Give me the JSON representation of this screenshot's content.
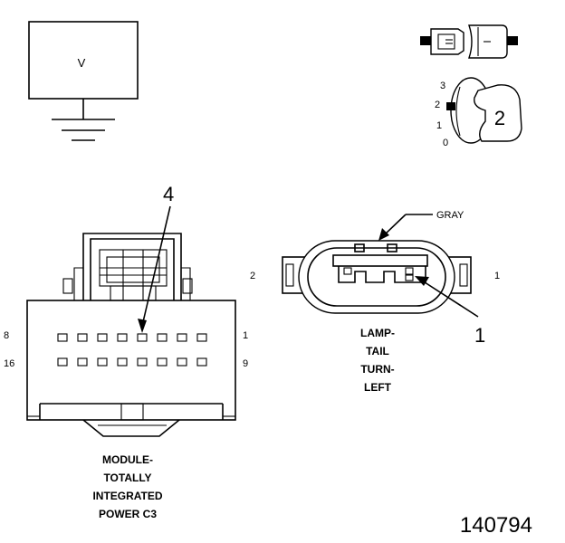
{
  "voltmeter": {
    "label": "V"
  },
  "key_switch": {
    "positions": [
      "3",
      "2",
      "1",
      "0"
    ],
    "key_number": "2"
  },
  "module_connector": {
    "callout": "4",
    "left_labels": [
      "8",
      "16"
    ],
    "right_labels": [
      "1",
      "9"
    ],
    "caption_lines": [
      "MODULE-",
      "TOTALLY",
      "INTEGRATED",
      "POWER C3"
    ]
  },
  "lamp_connector": {
    "wire_color": "GRAY",
    "left_pin": "2",
    "right_pin": "1",
    "callout": "1",
    "caption_lines": [
      "LAMP-",
      "TAIL",
      "TURN-",
      "LEFT"
    ]
  },
  "figure_number": "140794"
}
